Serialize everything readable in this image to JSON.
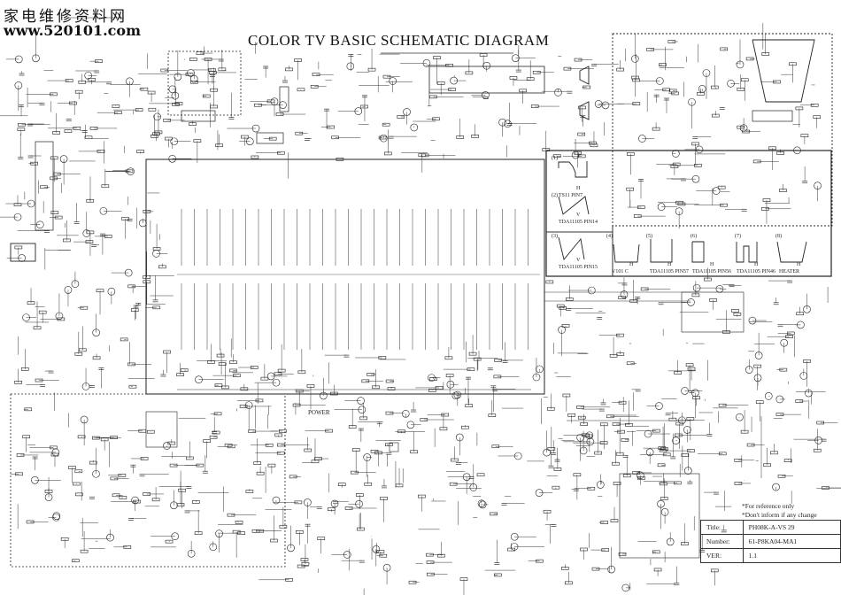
{
  "watermark": {
    "chinese": "家电维修资料网",
    "url": "www.520101.com"
  },
  "title": "COLOR TV BASIC SCHEMATIC DIAGRAM",
  "power_label": "POWER",
  "notes": [
    "*For reference only",
    "*Don't inform if any change"
  ],
  "title_block": [
    {
      "label": "Title:",
      "value": "PH08K-A-VS 29"
    },
    {
      "label": "Number:",
      "value": "61-P8KA04-MA1"
    },
    {
      "label": "VER:",
      "value": "1.1"
    }
  ],
  "waveforms": [
    {
      "num": "(1)",
      "caption": "TS11 PIN7",
      "unit": "H"
    },
    {
      "num": "(2)",
      "caption": "TDA11105  PIN14",
      "unit": "V"
    },
    {
      "num": "(3)",
      "caption": "TDA11105  PIN15",
      "unit": "V"
    },
    {
      "num": "(4)",
      "caption": "V101  C",
      "unit": "H"
    },
    {
      "num": "(5)",
      "caption": "TDA11105  PIN57",
      "unit": "H"
    },
    {
      "num": "(6)",
      "caption": "TDA11105  PIN56",
      "unit": "H"
    },
    {
      "num": "(7)",
      "caption": "TDA11105  PIN46",
      "unit": "H"
    },
    {
      "num": "(8)",
      "caption": "HEATER",
      "unit": "H"
    }
  ]
}
